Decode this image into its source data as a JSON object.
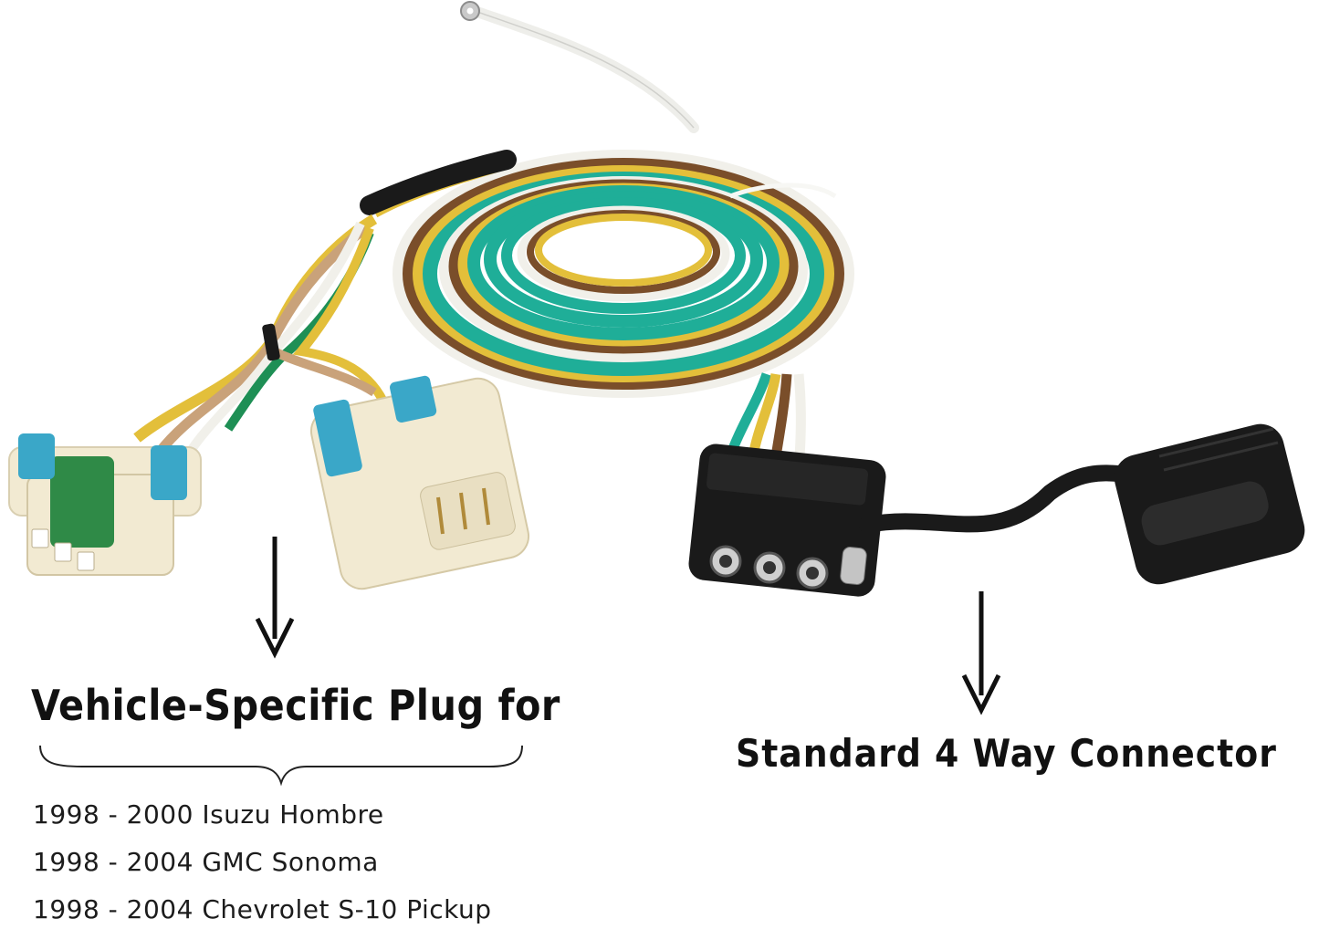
{
  "labels": {
    "vehicle_plug_heading": "Vehicle-Specific Plug for",
    "connector_heading": "Standard 4 Way Connector"
  },
  "vehicles": [
    "1998 - 2000 Isuzu Hombre",
    "1998 - 2004 GMC Sonoma",
    "1998 - 2004 Chevrolet S-10 Pickup"
  ],
  "icons": [
    "arrow-down-icon",
    "curly-brace-icon"
  ],
  "colors": {
    "wire_green": "#1fae98",
    "wire_yellow": "#e3bf3a",
    "wire_brown": "#7a4e2a",
    "wire_white": "#f1f0ea",
    "connector_blue": "#3aa7c8",
    "plug_body": "#f2ead2",
    "connector_black": "#1a1a1a"
  }
}
